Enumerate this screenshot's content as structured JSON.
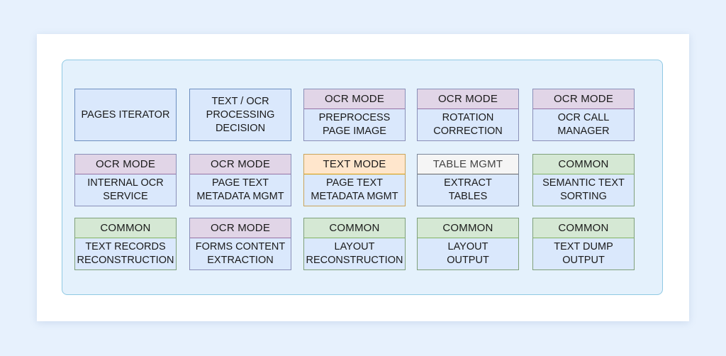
{
  "diagram": {
    "boxes": [
      {
        "id": "pages-iterator",
        "header": "",
        "lines": [
          "PAGES ITERATOR"
        ]
      },
      {
        "id": "text-ocr-decision",
        "header": "",
        "lines": [
          "TEXT / OCR",
          "PROCESSING",
          "DECISION"
        ]
      },
      {
        "id": "preprocess-page-image",
        "header": "OCR MODE",
        "lines": [
          "PREPROCESS",
          "PAGE IMAGE"
        ]
      },
      {
        "id": "rotation-correction",
        "header": "OCR MODE",
        "lines": [
          "ROTATION",
          "CORRECTION"
        ]
      },
      {
        "id": "ocr-call-manager",
        "header": "OCR MODE",
        "lines": [
          "OCR CALL",
          "MANAGER"
        ]
      },
      {
        "id": "internal-ocr-service",
        "header": "OCR MODE",
        "lines": [
          "INTERNAL OCR",
          "SERVICE"
        ]
      },
      {
        "id": "page-text-metadata-ocr",
        "header": "OCR MODE",
        "lines": [
          "PAGE TEXT",
          "METADATA MGMT"
        ]
      },
      {
        "id": "page-text-metadata-text",
        "header": "TEXT MODE",
        "lines": [
          "PAGE TEXT",
          "METADATA MGMT"
        ]
      },
      {
        "id": "extract-tables",
        "header": "TABLE MGMT",
        "lines": [
          "EXTRACT",
          "TABLES"
        ]
      },
      {
        "id": "semantic-text-sorting",
        "header": "COMMON",
        "lines": [
          "SEMANTIC TEXT",
          "SORTING"
        ]
      },
      {
        "id": "text-records-reconstruction",
        "header": "COMMON",
        "lines": [
          "TEXT RECORDS",
          "RECONSTRUCTION"
        ]
      },
      {
        "id": "forms-content-extraction",
        "header": "OCR MODE",
        "lines": [
          "FORMS CONTENT",
          "EXTRACTION"
        ]
      },
      {
        "id": "layout-reconstruction",
        "header": "COMMON",
        "lines": [
          "LAYOUT",
          "RECONSTRUCTION"
        ]
      },
      {
        "id": "layout-output",
        "header": "COMMON",
        "lines": [
          "LAYOUT",
          "OUTPUT"
        ]
      },
      {
        "id": "text-dump-output",
        "header": "COMMON",
        "lines": [
          "TEXT DUMP",
          "OUTPUT"
        ]
      }
    ]
  },
  "colors": {
    "ocr_mode": "#e1d5e7",
    "text_mode": "#ffe6cc",
    "table_mgmt": "#f5f5f5",
    "common": "#d5e8d4",
    "box_fill": "#dae8fc",
    "panel_fill": "#e4f1fc",
    "panel_border": "#8fc9e3"
  }
}
